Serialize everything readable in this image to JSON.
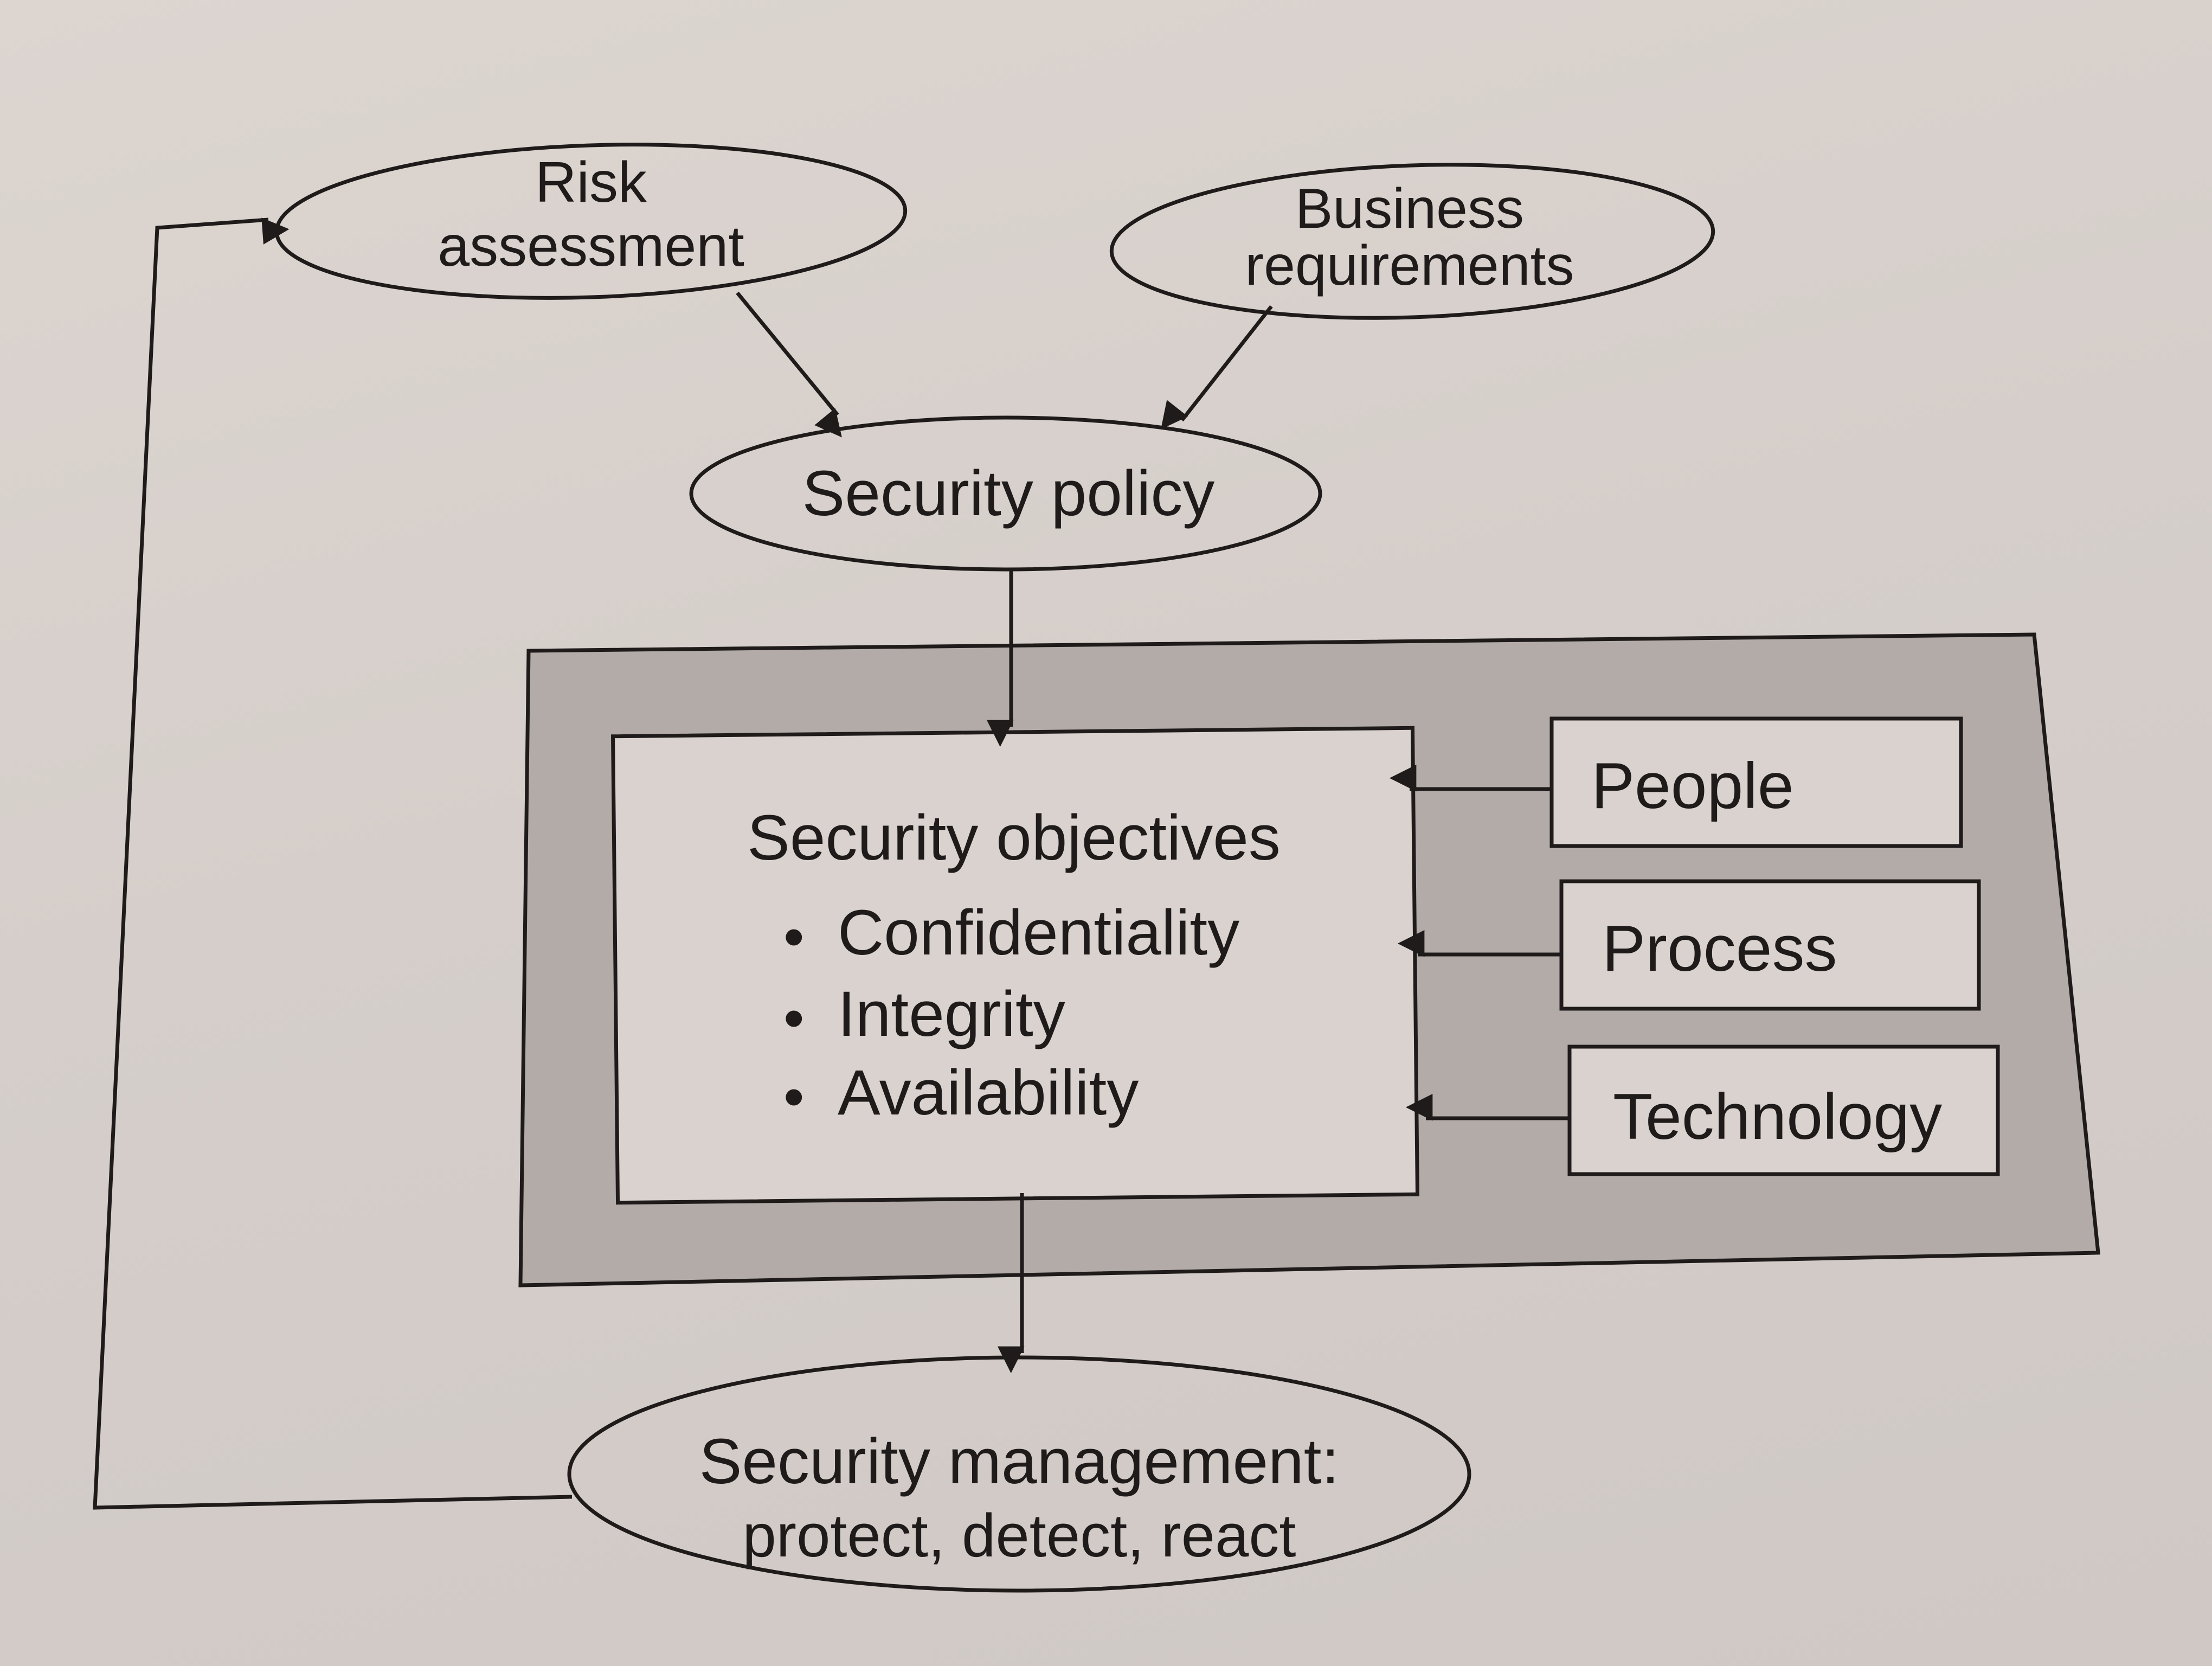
{
  "diagram": {
    "risk_assessment": {
      "line1": "Risk",
      "line2": "assessment"
    },
    "business_requirements": {
      "line1": "Business",
      "line2": "requirements"
    },
    "security_policy": "Security policy",
    "security_objectives": {
      "title": "Security objectives",
      "items": [
        "Confidentiality",
        "Integrity",
        "Availability"
      ]
    },
    "inputs": [
      "People",
      "Process",
      "Technology"
    ],
    "security_management": {
      "line1": "Security management:",
      "line2": "protect, detect, react"
    }
  },
  "colors": {
    "ink": "#1f1b1a",
    "outer_panel": "#b2aba8",
    "box_fill": "#d9d2ce"
  }
}
